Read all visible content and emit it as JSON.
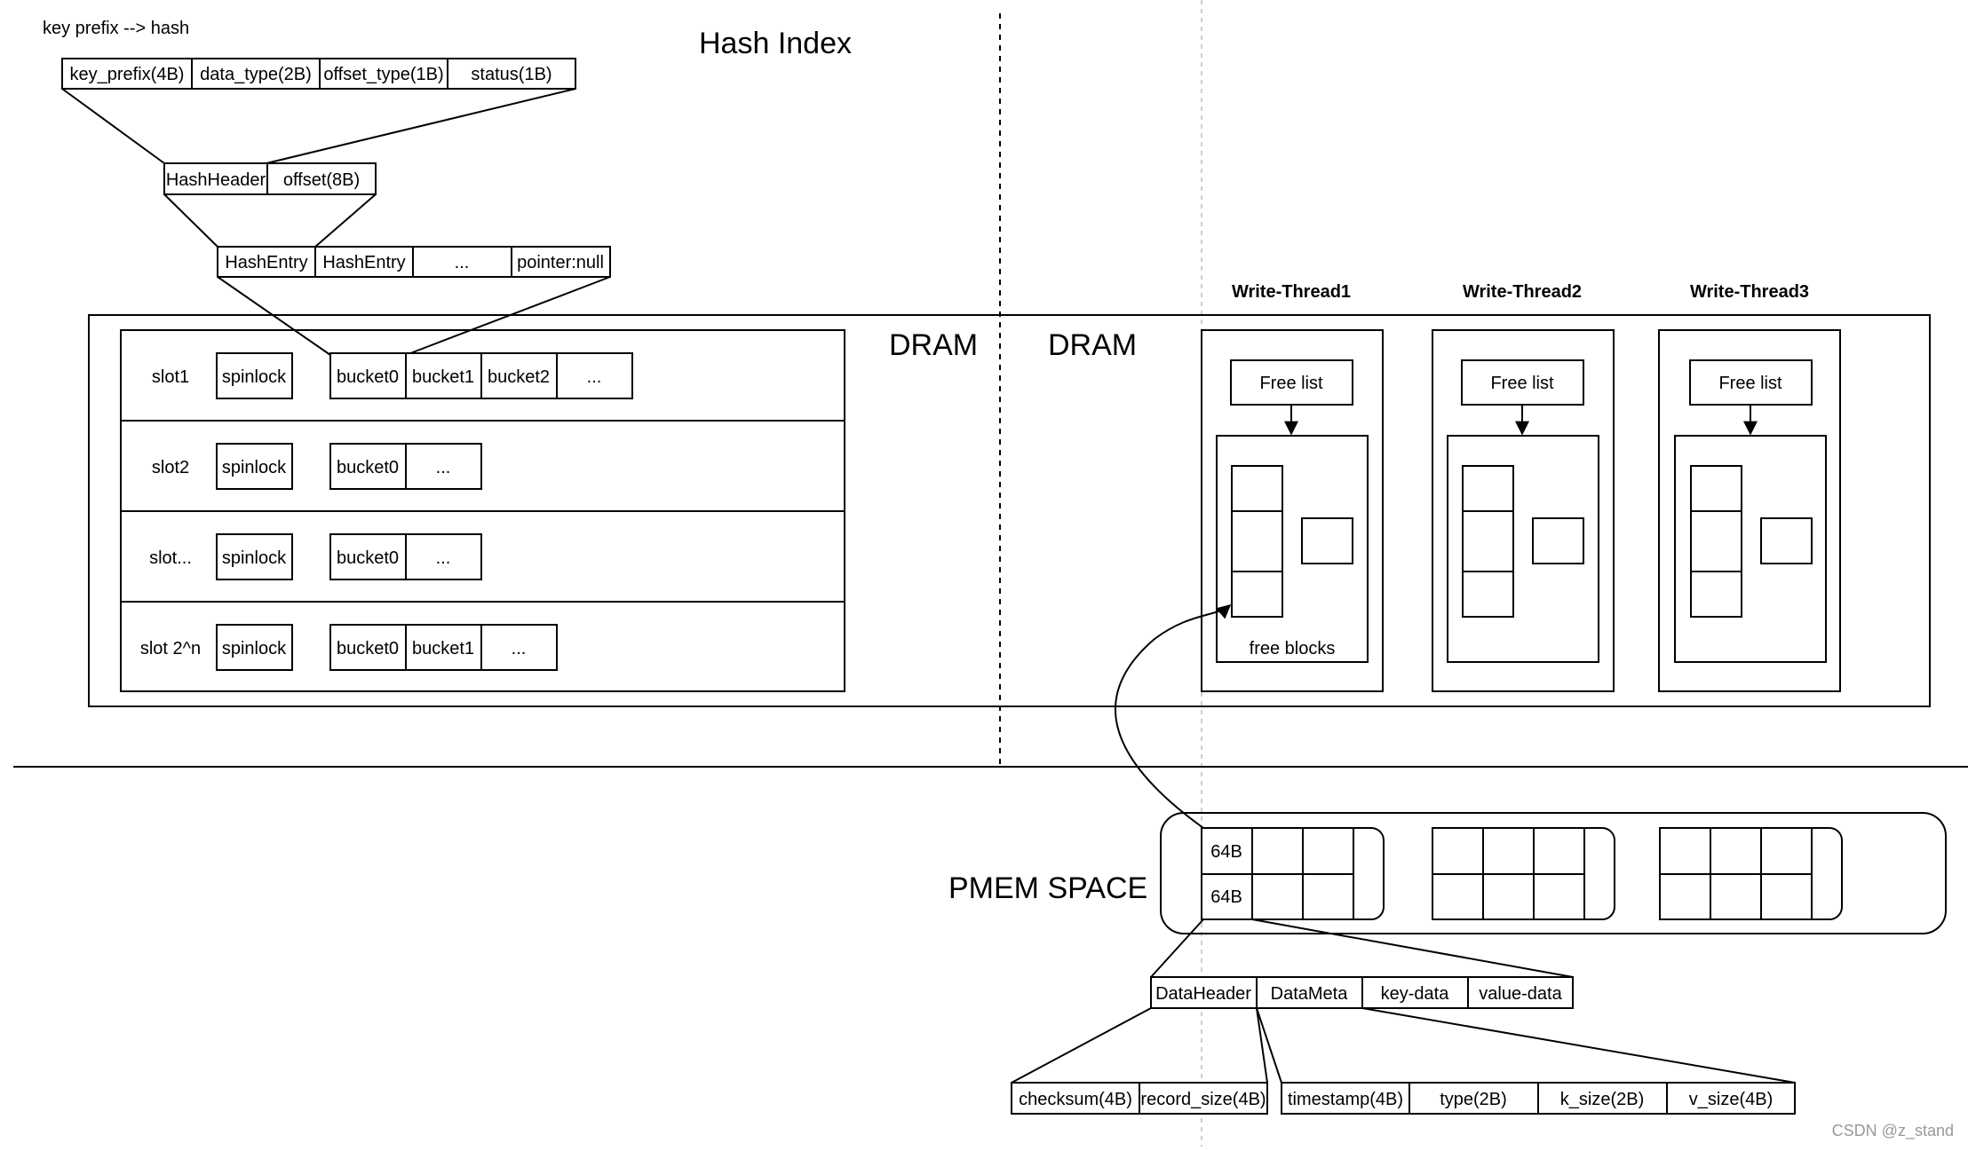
{
  "title": "Hash Index",
  "note": "key prefix --> hash",
  "hash_header_fields": [
    "key_prefix(4B)",
    "data_type(2B)",
    "offset_type(1B)",
    "status(1B)"
  ],
  "hash_entry_fields": [
    "HashHeader",
    "offset(8B)"
  ],
  "bucket_entries": [
    "HashEntry",
    "HashEntry",
    "...",
    "pointer:null"
  ],
  "dram_left": "DRAM",
  "dram_right": "DRAM",
  "slots": [
    {
      "label": "slot1",
      "lock": "spinlock",
      "buckets": [
        "bucket0",
        "bucket1",
        "bucket2",
        "..."
      ]
    },
    {
      "label": "slot2",
      "lock": "spinlock",
      "buckets": [
        "bucket0",
        "..."
      ]
    },
    {
      "label": "slot...",
      "lock": "spinlock",
      "buckets": [
        "bucket0",
        "..."
      ]
    },
    {
      "label": "slot 2^n",
      "lock": "spinlock",
      "buckets": [
        "bucket0",
        "bucket1",
        "..."
      ]
    }
  ],
  "threads": [
    {
      "name": "Write-Thread1",
      "free_list": "Free list",
      "free_blocks": "free blocks"
    },
    {
      "name": "Write-Thread2",
      "free_list": "Free list",
      "free_blocks": ""
    },
    {
      "name": "Write-Thread3",
      "free_list": "Free list",
      "free_blocks": ""
    }
  ],
  "pmem_label": "PMEM SPACE",
  "pmem_block_labels": [
    "64B",
    "64B"
  ],
  "record_fields": [
    "DataHeader",
    "DataMeta",
    "key-data",
    "value-data"
  ],
  "data_header_fields": [
    "checksum(4B)",
    "record_size(4B)"
  ],
  "data_meta_fields": [
    "timestamp(4B)",
    "type(2B)",
    "k_size(2B)",
    "v_size(4B)"
  ],
  "watermark": "CSDN @z_stand"
}
